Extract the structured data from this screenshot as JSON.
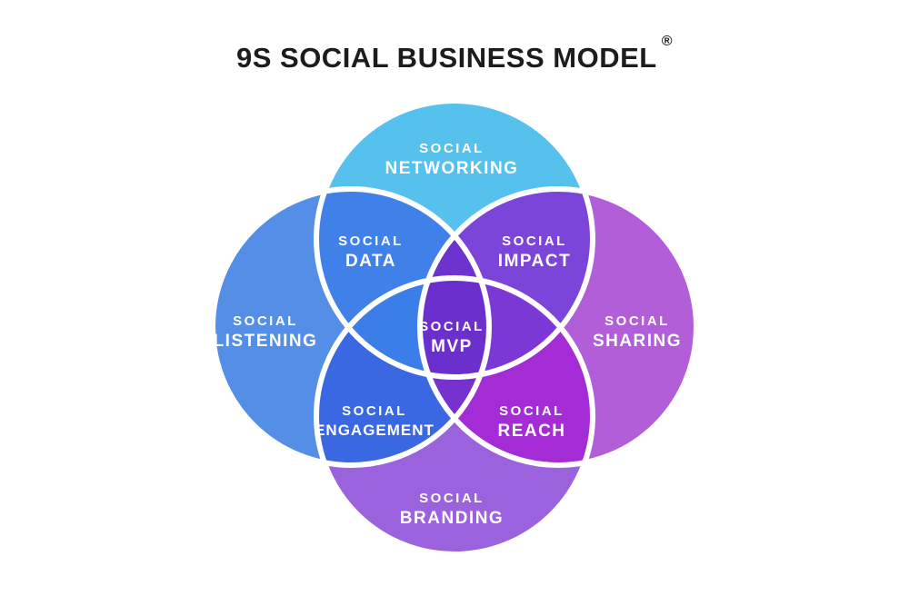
{
  "title": {
    "text": "9S SOCIAL BUSINESS MODEL",
    "mark": "®"
  },
  "diagram": {
    "type": "venn-4-circle",
    "background": "#ffffff",
    "stroke_color": "#ffffff",
    "regions": [
      {
        "id": "networking",
        "line1": "SOCIAL",
        "line2": "NETWORKING",
        "color": "#55C1EC"
      },
      {
        "id": "listening",
        "line1": "SOCIAL",
        "line2": "LISTENING",
        "color": "#548EE6"
      },
      {
        "id": "sharing",
        "line1": "SOCIAL",
        "line2": "SHARING",
        "color": "#B15ED8"
      },
      {
        "id": "branding",
        "line1": "SOCIAL",
        "line2": "BRANDING",
        "color": "#9A63DD"
      },
      {
        "id": "data",
        "line1": "SOCIAL",
        "line2": "DATA",
        "color": "#3F81E8"
      },
      {
        "id": "impact",
        "line1": "SOCIAL",
        "line2": "IMPACT",
        "color": "#7A45D8"
      },
      {
        "id": "engagement",
        "line1": "SOCIAL",
        "line2": "ENGAGEMENT",
        "color": "#3A68E2"
      },
      {
        "id": "reach",
        "line1": "SOCIAL",
        "line2": "REACH",
        "color": "#A32CD6"
      },
      {
        "id": "mvp",
        "line1": "SOCIAL",
        "line2": "MVP",
        "color": "#6B2FCE"
      }
    ],
    "junction_colors": {
      "top_lens": "#6D33CE",
      "bottom_lens": "#7631D1",
      "left_lens": "#3C7EE8",
      "right_lens": "#7C38D5"
    }
  }
}
